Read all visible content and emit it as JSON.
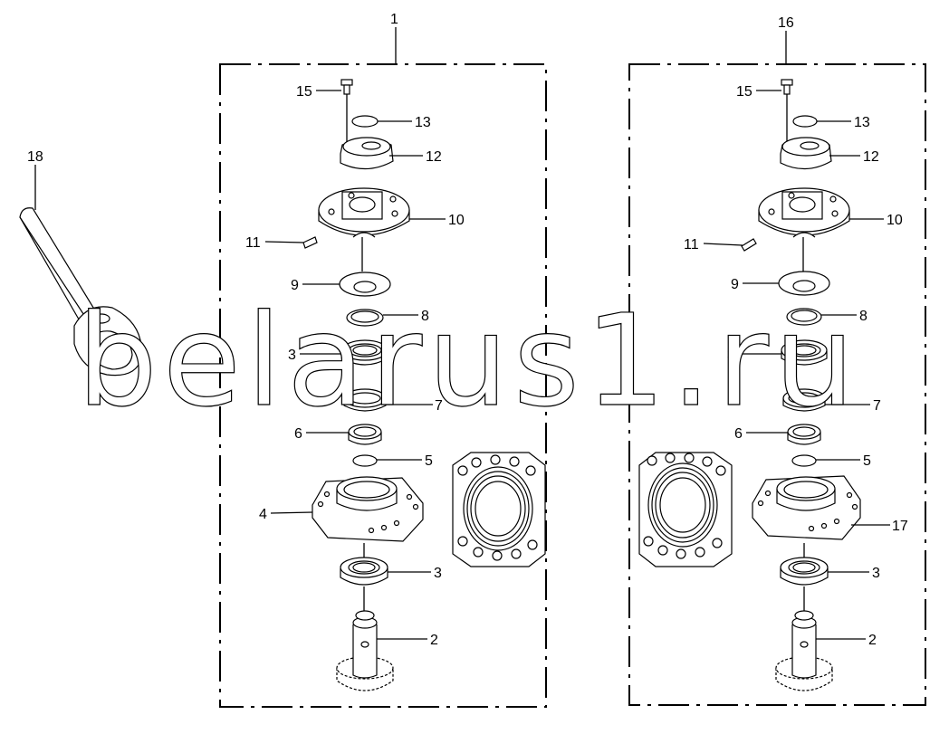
{
  "watermark": "belarus1.ru",
  "assemblies": [
    {
      "id": "1"
    },
    {
      "id": "16"
    }
  ],
  "callouts": {
    "a1": {
      "15": "15",
      "13": "13",
      "12": "12",
      "10": "10",
      "11": "11",
      "9": "9",
      "8": "8",
      "3a": "3",
      "7": "7",
      "6": "6",
      "5": "5",
      "4": "4",
      "3b": "3",
      "2": "2"
    },
    "a2": {
      "15": "15",
      "13": "13",
      "12": "12",
      "10": "10",
      "11": "11",
      "9": "9",
      "8": "8",
      "3a": "3",
      "7": "7",
      "6": "6",
      "5": "5",
      "17": "17",
      "3b": "3",
      "2": "2"
    },
    "wrench": "18"
  }
}
